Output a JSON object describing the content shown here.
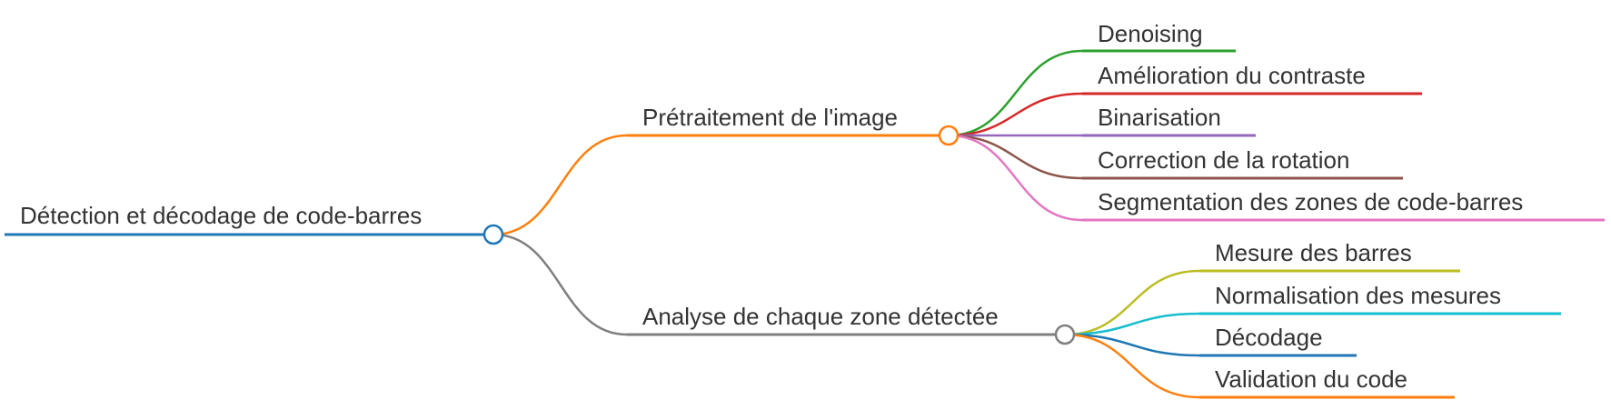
{
  "root": {
    "label": "Détection et décodage de code-barres",
    "color": "#1f77b4",
    "children": [
      {
        "label": "Prétraitement de l'image",
        "color": "#ff7f0e",
        "children": [
          {
            "label": "Denoising",
            "color": "#2ca02c"
          },
          {
            "label": "Amélioration du contraste",
            "color": "#d62728"
          },
          {
            "label": "Binarisation",
            "color": "#9467bd"
          },
          {
            "label": "Correction de la rotation",
            "color": "#8c564b"
          },
          {
            "label": "Segmentation des zones de code-barres",
            "color": "#e377c2"
          }
        ]
      },
      {
        "label": "Analyse de chaque zone détectée",
        "color": "#7f7f7f",
        "children": [
          {
            "label": "Mesure des barres",
            "color": "#bcbd22"
          },
          {
            "label": "Normalisation des mesures",
            "color": "#17becf"
          },
          {
            "label": "Décodage",
            "color": "#1f77b4"
          },
          {
            "label": "Validation du code",
            "color": "#ff7f0e"
          }
        ]
      }
    ]
  }
}
